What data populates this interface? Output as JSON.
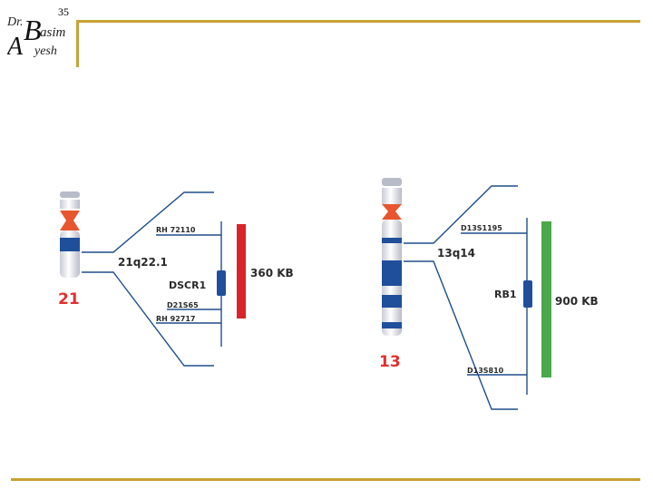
{
  "slide": {
    "number": "35"
  },
  "logo": {
    "line1": "Dr.",
    "initial": "B",
    "line2": "asim",
    "line3": "yesh",
    "initial2": "A"
  },
  "colors": {
    "accent_rule": "#c8a232",
    "chromosome_label": "#e2302f",
    "band_dark": "#1f4f9a",
    "centromere": "#e8552f",
    "region_21": "#d9242b",
    "region_13": "#4aa84a",
    "gene_marker": "#1f4f9a"
  },
  "panels": [
    {
      "chromosome": "21",
      "band": "21q22.1",
      "markers": [
        "RH 72110",
        "D21S65",
        "RH 92717"
      ],
      "gene": "DSCR1",
      "size": "360 KB"
    },
    {
      "chromosome": "13",
      "band": "13q14",
      "markers": [
        "D13S1195",
        "D13S810"
      ],
      "gene": "RB1",
      "size": "900 KB"
    }
  ]
}
